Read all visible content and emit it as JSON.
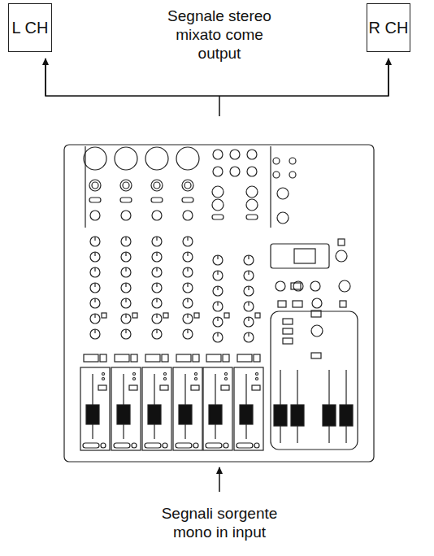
{
  "diagram": {
    "nodes": [
      {
        "text": [
          "L CH"
        ]
      },
      {
        "text": [
          "R CH"
        ]
      }
    ],
    "labels": [
      "Segnale stereo mixato come output",
      "Segnali sorgente mono in input"
    ]
  }
}
